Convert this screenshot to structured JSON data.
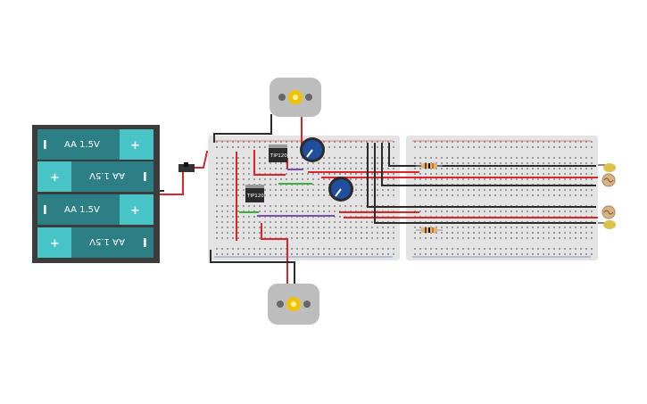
{
  "battery_pack": {
    "cells": [
      {
        "label": "AA 1.5V",
        "left_sign": "I",
        "right_sign": "+",
        "flipped": false
      },
      {
        "label": "AA 1.5V",
        "left_sign": "+",
        "right_sign": "I",
        "flipped": true
      },
      {
        "label": "AA 1.5V",
        "left_sign": "I",
        "right_sign": "+",
        "flipped": false
      },
      {
        "label": "AA 1.5V",
        "left_sign": "+",
        "right_sign": "I",
        "flipped": true
      }
    ]
  },
  "transistors": [
    {
      "label": "TIP120"
    },
    {
      "label": "TIP120"
    }
  ],
  "colors": {
    "battery_body": "#3c3c3c",
    "cell_teal": "#2d7f86",
    "cell_cap": "#48c4c7",
    "wire_red": "#d9262a",
    "wire_black": "#2b2b2b",
    "wire_green": "#3fae3f",
    "wire_purple": "#7b4fb0",
    "breadboard": "#e3e3e3",
    "pot_knob": "#1f4f9e",
    "motor_gold": "#f2c100"
  }
}
